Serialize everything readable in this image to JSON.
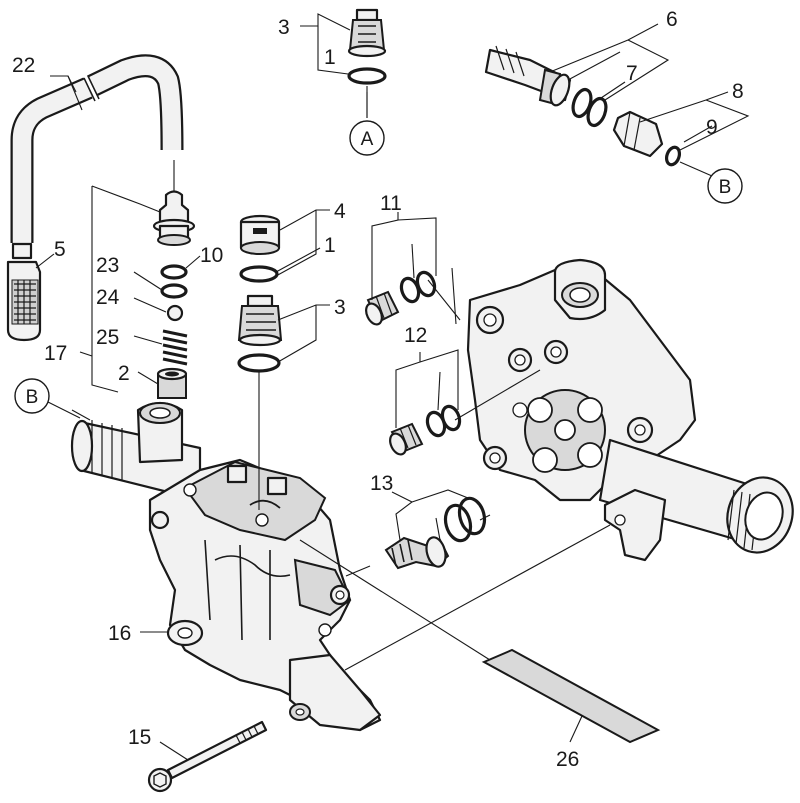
{
  "callouts": {
    "n1a": "1",
    "n1b": "1",
    "n2": "2",
    "n3a": "3",
    "n3b": "3",
    "n4": "4",
    "n5": "5",
    "n6": "6",
    "n7": "7",
    "n8": "8",
    "n9": "9",
    "n10": "10",
    "n11": "11",
    "n12": "12",
    "n13": "13",
    "n15": "15",
    "n16": "16",
    "n17": "17",
    "n22": "22",
    "n23": "23",
    "n24": "24",
    "n25": "25",
    "n26": "26"
  },
  "refs": {
    "a_top": "A",
    "b_right": "B",
    "b_left": "B"
  }
}
